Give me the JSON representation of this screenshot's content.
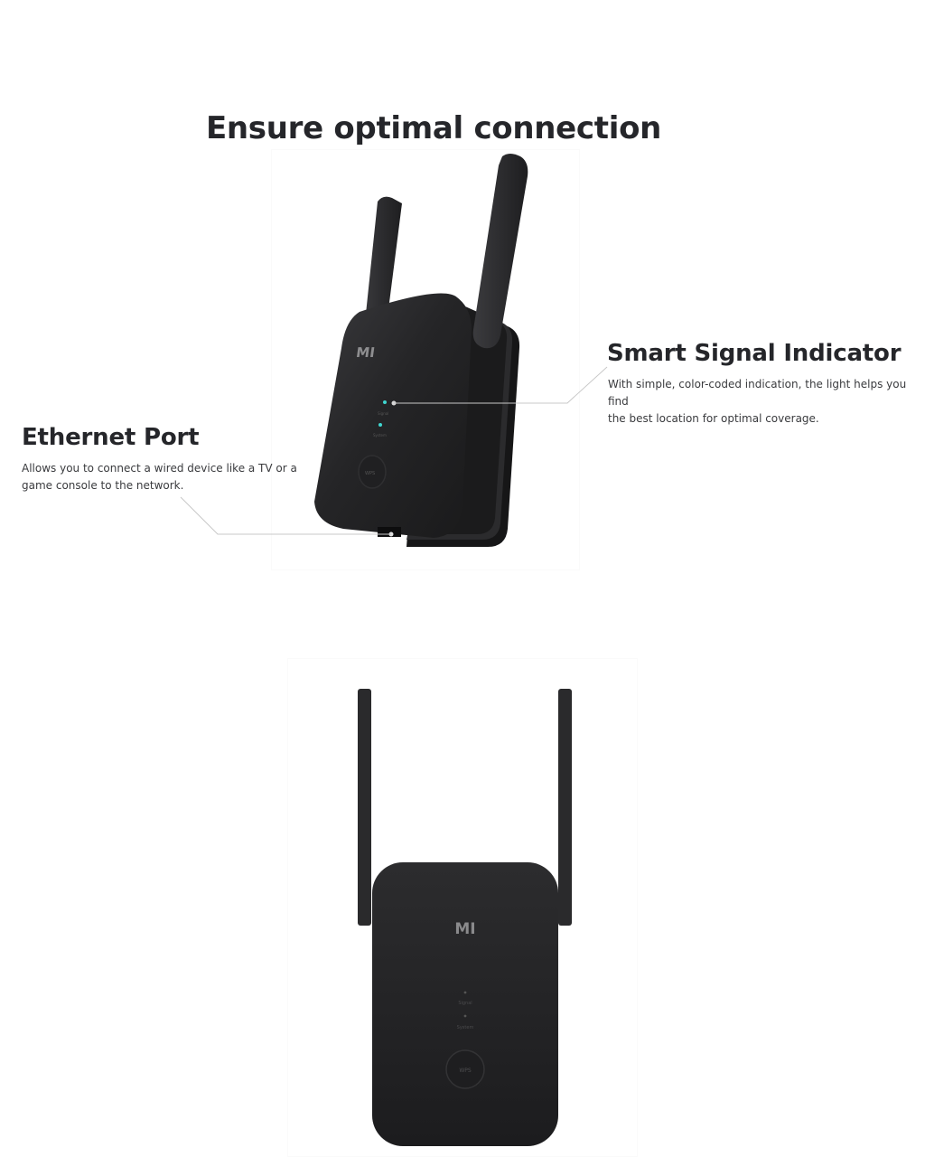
{
  "headline": "Ensure optimal connection",
  "features": [
    {
      "title": "Smart Signal Indicator",
      "description_lines": [
        "With simple, color-coded indication, the light helps you find",
        "the best location for optimal coverage."
      ]
    },
    {
      "title": "Ethernet Port",
      "description_lines": [
        "Allows you to connect a wired device like a TV or a",
        "game console to the network."
      ]
    }
  ],
  "device": {
    "brand_logo": "MI",
    "indicator_labels": [
      "Signal",
      "System"
    ],
    "button_label": "WPS",
    "led_color": "#3fd6d0",
    "body_color": "#232325"
  },
  "colors": {
    "text": "#25262a",
    "connector_line": "#c8c8c8",
    "background": "#ffffff"
  }
}
